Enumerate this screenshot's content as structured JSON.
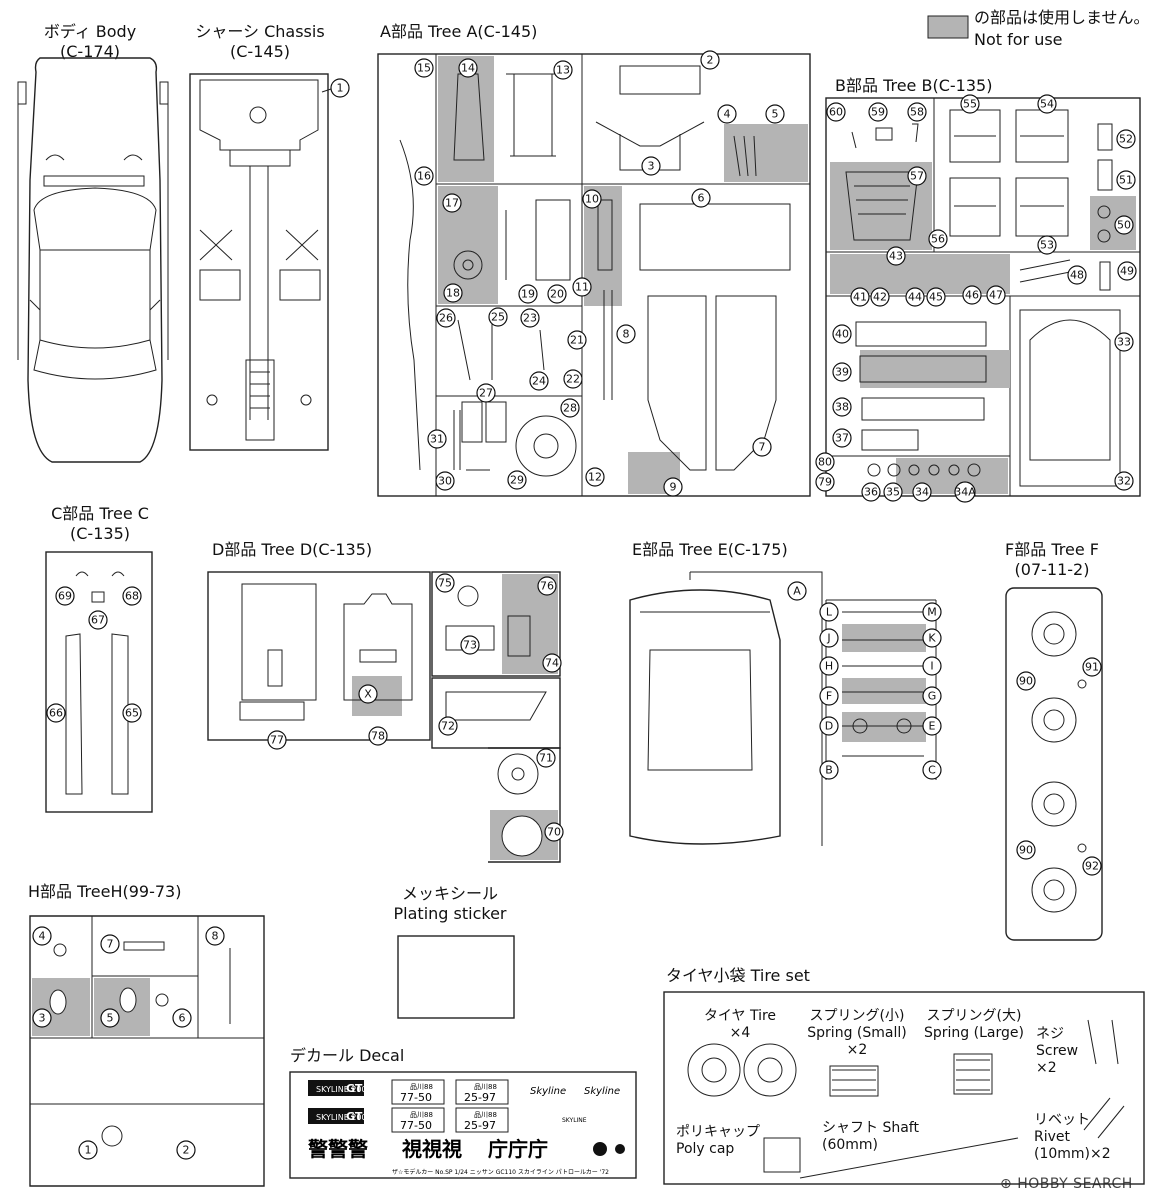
{
  "legend": {
    "text_jp": "の部品は使用しません。",
    "text_en": "Not for use",
    "swatch_color": "#b4b4b4"
  },
  "titles": {
    "body": {
      "jp": "ボディ Body",
      "code": "(C-174)"
    },
    "chassis": {
      "jp": "シャーシ Chassis",
      "code": "(C-145)"
    },
    "tree_a": "A部品 Tree A(C-145)",
    "tree_b": "B部品 Tree B(C-135)",
    "tree_c": {
      "jp": "C部品 Tree C",
      "code": "(C-135)"
    },
    "tree_d": "D部品 Tree D(C-135)",
    "tree_e": "E部品 Tree E(C-175)",
    "tree_f": {
      "jp": "F部品 Tree F",
      "code": "(07-11-2)"
    },
    "tree_h": "H部品 TreeH(99-73)",
    "plating": {
      "jp": "メッキシール",
      "en": "Plating sticker"
    },
    "decal": "デカール Decal",
    "tire_set": "タイヤ小袋 Tire set"
  },
  "tire_set": {
    "tire": {
      "name": "タイヤ Tire",
      "qty": "×4"
    },
    "spring_small": {
      "jp": "スプリング(小)",
      "en": "Spring (Small)",
      "qty": "×2"
    },
    "spring_large": {
      "jp": "スプリング(大)",
      "en": "Spring (Large)"
    },
    "screw": {
      "jp": "ネジ",
      "en": "Screw",
      "qty": "×2"
    },
    "poly_cap": {
      "jp": "ポリキャップ",
      "en": "Poly cap"
    },
    "shaft": {
      "name": "シャフト Shaft",
      "size": "(60mm)"
    },
    "rivet": {
      "jp": "リベット",
      "en": "Rivet",
      "size": "(10mm)×2"
    }
  },
  "decal_sheet": {
    "plate_a1": "品川88",
    "plate_a2": "77-50",
    "plate_b1": "品川88",
    "plate_b2": "25-97",
    "brand1": "SKYLINE 2000",
    "brand2": "GT",
    "script": "Skyline",
    "kanji1": "警警警",
    "kanji2": "視視視",
    "kanji3": "庁庁庁",
    "footer": "ザ☆モデルカー No.SP 1/24 ニッサン GC110 スカイライン パトロールカー '72",
    "rear": "SKYLINE"
  },
  "watermark": "HOBBY SEARCH",
  "parts": {
    "chassis": [
      "1"
    ],
    "tree_a": [
      "2",
      "3",
      "4",
      "5",
      "6",
      "7",
      "8",
      "9",
      "10",
      "11",
      "12",
      "13",
      "14",
      "15",
      "16",
      "17",
      "18",
      "19",
      "20",
      "21",
      "22",
      "23",
      "24",
      "25",
      "26",
      "27",
      "28",
      "29",
      "30",
      "31"
    ],
    "tree_b": [
      "32",
      "33",
      "34",
      "34A",
      "35",
      "36",
      "37",
      "38",
      "39",
      "40",
      "41",
      "42",
      "43",
      "44",
      "45",
      "46",
      "47",
      "48",
      "49",
      "50",
      "51",
      "52",
      "53",
      "54",
      "55",
      "56",
      "57",
      "58",
      "59",
      "60",
      "79",
      "80"
    ],
    "tree_c": [
      "65",
      "66",
      "67",
      "68",
      "69"
    ],
    "tree_d": [
      "70",
      "71",
      "72",
      "73",
      "74",
      "75",
      "76",
      "77",
      "78",
      "X"
    ],
    "tree_e": [
      "A",
      "B",
      "C",
      "D",
      "E",
      "F",
      "G",
      "H",
      "I",
      "J",
      "K",
      "L",
      "M"
    ],
    "tree_f": [
      "90",
      "90",
      "91",
      "92"
    ],
    "tree_h": [
      "1",
      "2",
      "3",
      "4",
      "5",
      "6",
      "7",
      "8"
    ]
  }
}
